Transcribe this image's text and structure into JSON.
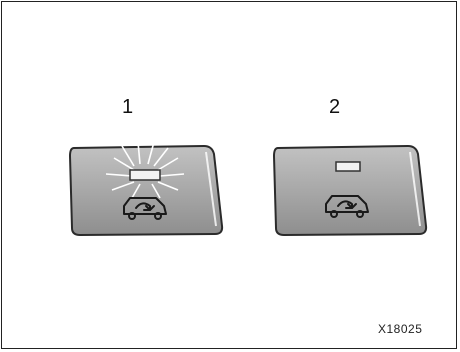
{
  "figure": {
    "buttons": [
      {
        "number": "1",
        "state": "indicator-flashing",
        "icon": "car-recirculation-icon"
      },
      {
        "number": "2",
        "state": "indicator-off",
        "icon": "car-recirculation-icon"
      }
    ],
    "figure_code": "X18025"
  },
  "colors": {
    "button_face": "#a9a9a9",
    "button_edge": "#2b2b2b",
    "indicator": "#f2f2f2",
    "icon_stroke": "#1a1a1a"
  }
}
